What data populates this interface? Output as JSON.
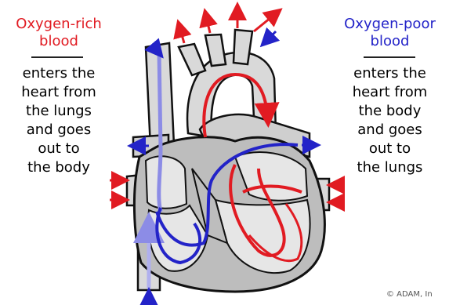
{
  "left_panel": {
    "title_line1": "Oxygen-rich",
    "title_line2": "blood",
    "lines": [
      "enters the",
      "heart from",
      "the lungs",
      "and goes",
      "out to",
      "the body"
    ]
  },
  "right_panel": {
    "title_line1": "Oxygen-poor",
    "title_line2": "blood",
    "lines": [
      "enters the",
      "heart from",
      "the body",
      "and goes",
      "out to",
      "the lungs"
    ]
  },
  "credit": "© ADAM, In",
  "colors": {
    "oxygen_rich": "#e11b22",
    "oxygen_poor": "#2323c8",
    "heart_fill": "#c8c8c8",
    "outline": "#111111"
  }
}
